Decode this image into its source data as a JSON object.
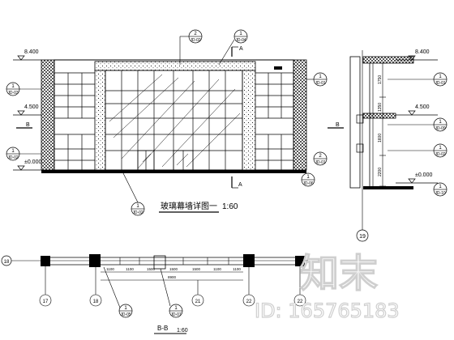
{
  "drawing": {
    "elevation_title": "玻璃幕墙详图一",
    "elevation_scale": "1:60",
    "section_title": "B-B",
    "section_scale": "1:60"
  },
  "levels": [
    "8.400",
    "4.500",
    "±0.000"
  ],
  "left_callouts": [
    {
      "num": "1",
      "ref": "JD-03"
    },
    {
      "num": "1",
      "ref": "JD-02"
    }
  ],
  "top_callouts": [
    {
      "num": "2",
      "ref": "JD-02"
    },
    {
      "num": "1",
      "ref": "JD-04"
    }
  ],
  "mid_callouts": [
    {
      "num": "1",
      "ref": "JD-01"
    },
    {
      "num": "2",
      "ref": "JD-01"
    },
    {
      "num": "1",
      "ref": "JD-06"
    }
  ],
  "bottom_callout": {
    "num": "1",
    "ref": "JD-02"
  },
  "section_markers": {
    "a": "A",
    "b": "B"
  },
  "side_section": {
    "callouts": [
      {
        "num": "1",
        "ref": "JD-01"
      },
      {
        "num": "1",
        "ref": "JD-09"
      },
      {
        "num": "1",
        "ref": "JD-02"
      },
      {
        "num": "1",
        "ref": "JD-10"
      }
    ],
    "dims": [
      "1750",
      "1350",
      "1600",
      "2200"
    ],
    "axis": "19"
  },
  "plan": {
    "axes": [
      "18",
      "17",
      "18",
      "21",
      "22",
      "22"
    ],
    "dims": [
      "1100",
      "1100",
      "1500",
      "1500",
      "1500",
      "1100",
      "1100"
    ],
    "total": "8900",
    "callouts": [
      {
        "num": "1",
        "ref": "JD-05"
      },
      {
        "num": "1",
        "ref": "JD-07"
      }
    ]
  },
  "watermark": {
    "logo_text": "知末",
    "id_text": "ID: 165765183"
  }
}
